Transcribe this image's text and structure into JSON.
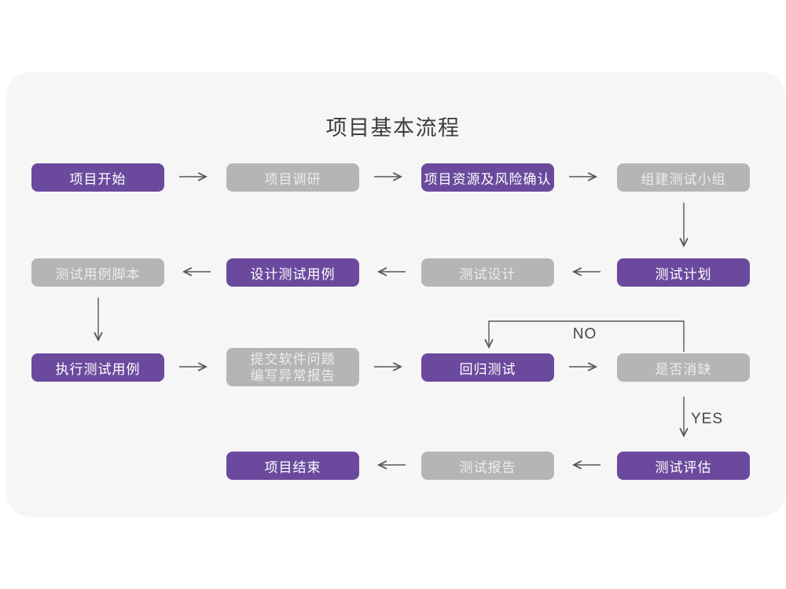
{
  "title": "项目基本流程",
  "labels": {
    "no": "NO",
    "yes": "YES"
  },
  "colors": {
    "purple_node": "#6b4a9e",
    "gray_node": "#b5b5b5",
    "node_text_on_purple": "#ffffff",
    "node_text_on_gray": "#e0e0e0",
    "card_background": "#f6f6f7",
    "page_background": "#ffffff",
    "arrow": "#57575c",
    "title_text": "#3d3d3d"
  },
  "nodes": [
    {
      "id": "project-start",
      "label": "项目开始",
      "variant": "purple"
    },
    {
      "id": "project-research",
      "label": "项目调研",
      "variant": "gray"
    },
    {
      "id": "resource-risk-confirm",
      "label": "项目资源及风险确认",
      "variant": "purple"
    },
    {
      "id": "build-test-team",
      "label": "组建测试小组",
      "variant": "gray"
    },
    {
      "id": "test-plan",
      "label": "测试计划",
      "variant": "purple"
    },
    {
      "id": "test-design",
      "label": "测试设计",
      "variant": "gray"
    },
    {
      "id": "design-test-cases",
      "label": "设计测试用例",
      "variant": "purple"
    },
    {
      "id": "test-case-scripts",
      "label": "测试用例脚本",
      "variant": "gray"
    },
    {
      "id": "execute-test-cases",
      "label": "执行测试用例",
      "variant": "purple"
    },
    {
      "id": "submit-issue-report",
      "label": "提交软件问题\n编写异常报告",
      "variant": "gray"
    },
    {
      "id": "regression-test",
      "label": "回归测试",
      "variant": "purple"
    },
    {
      "id": "defect-cleared",
      "label": "是否消缺",
      "variant": "gray"
    },
    {
      "id": "test-evaluation",
      "label": "测试评估",
      "variant": "purple"
    },
    {
      "id": "test-report",
      "label": "测试报告",
      "variant": "gray"
    },
    {
      "id": "project-end",
      "label": "项目结束",
      "variant": "purple"
    }
  ],
  "edges": [
    {
      "from": "project-start",
      "to": "project-research"
    },
    {
      "from": "project-research",
      "to": "resource-risk-confirm"
    },
    {
      "from": "resource-risk-confirm",
      "to": "build-test-team"
    },
    {
      "from": "build-test-team",
      "to": "test-plan"
    },
    {
      "from": "test-plan",
      "to": "test-design"
    },
    {
      "from": "test-design",
      "to": "design-test-cases"
    },
    {
      "from": "design-test-cases",
      "to": "test-case-scripts"
    },
    {
      "from": "test-case-scripts",
      "to": "execute-test-cases"
    },
    {
      "from": "execute-test-cases",
      "to": "submit-issue-report"
    },
    {
      "from": "submit-issue-report",
      "to": "regression-test"
    },
    {
      "from": "regression-test",
      "to": "defect-cleared"
    },
    {
      "from": "defect-cleared",
      "to": "regression-test",
      "label": "NO"
    },
    {
      "from": "defect-cleared",
      "to": "test-evaluation",
      "label": "YES"
    },
    {
      "from": "test-evaluation",
      "to": "test-report"
    },
    {
      "from": "test-report",
      "to": "project-end"
    }
  ]
}
